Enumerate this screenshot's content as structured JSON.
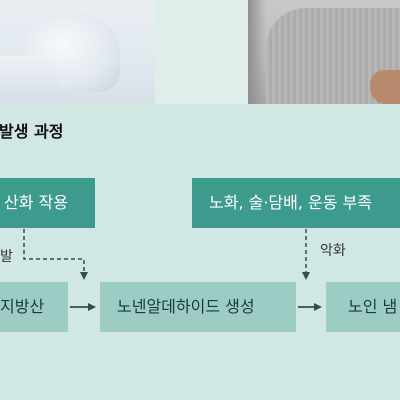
{
  "diagram": {
    "title": "발생 과정",
    "boxes": {
      "top_left": "산화 작용",
      "top_right": "노화, 술·담배, 운동 부족",
      "bottom_left": "지방산",
      "bottom_center": "노넨알데하이드 생성",
      "bottom_right": "노인 냄"
    },
    "edge_labels": {
      "left": "발",
      "right": "악화"
    },
    "colors": {
      "background": "#d0e7e3",
      "box_dark": "#3d9b8e",
      "box_light": "#9dccc5",
      "arrow": "#2e4f4a"
    }
  }
}
